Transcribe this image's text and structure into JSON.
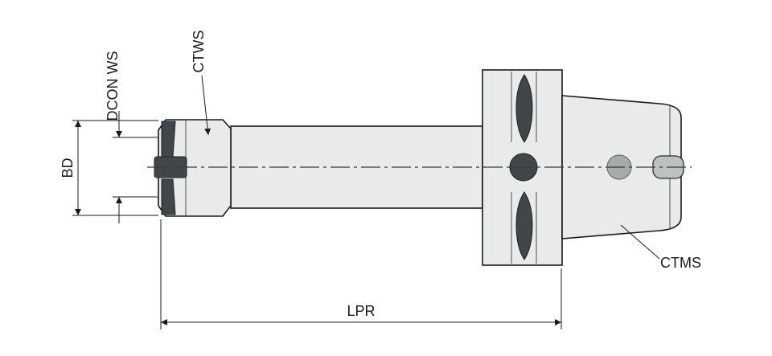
{
  "drawing": {
    "title": "Collet chuck tool holder dimensional drawing",
    "labels": {
      "dcon_ws": "DCON WS",
      "ctws": "CTWS",
      "bd": "BD",
      "lpr": "LPR",
      "ctms": "CTMS"
    },
    "colors": {
      "background": "#ffffff",
      "body_fill": "#e9ebeb",
      "outline": "#1a1a1a",
      "slot_dark": "#40464a",
      "bore_circle": "#a6acac",
      "notch_fill": "#bcc2c2",
      "dimension": "#1a1a1a"
    }
  }
}
